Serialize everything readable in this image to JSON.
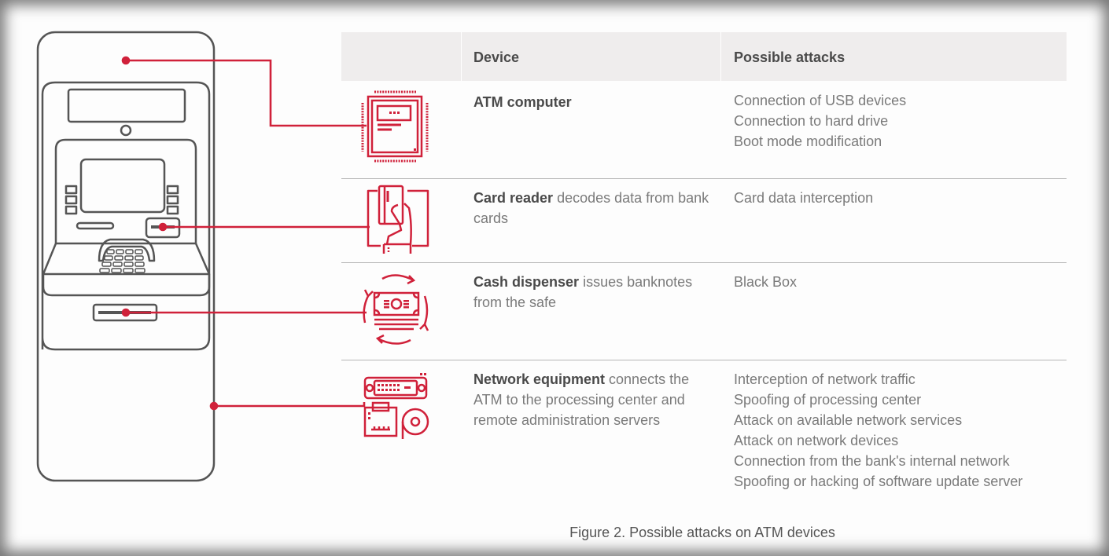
{
  "figure": {
    "caption": "Figure 2. Possible attacks on ATM devices",
    "accent_color": "#d0213a",
    "line_color": "#555555"
  },
  "table": {
    "headers": {
      "icon": "",
      "device": "Device",
      "attacks": "Possible attacks"
    },
    "rows": [
      {
        "icon": "cpu-chip-icon",
        "device_bold": "ATM computer",
        "device_text": "",
        "attacks": [
          "Connection of USB devices",
          "Connection to hard drive",
          "Boot mode modification"
        ]
      },
      {
        "icon": "card-in-hand-icon",
        "device_bold": "Card reader",
        "device_text": " decodes data from bank cards",
        "attacks": [
          "Card data interception"
        ]
      },
      {
        "icon": "cash-cycle-icon",
        "device_bold": "Cash dispenser",
        "device_text": " issues banknotes from the safe",
        "attacks": [
          "Black Box"
        ]
      },
      {
        "icon": "network-ports-icon",
        "device_bold": "Network equipment",
        "device_text": " connects the ATM to the processing center and remote administration servers",
        "attacks": [
          "Interception of network traffic",
          "Spoofing of processing center",
          "Attack on available network services",
          "Attack on network devices",
          "Connection from the bank's internal network",
          "Spoofing or hacking of software update server"
        ]
      }
    ]
  }
}
